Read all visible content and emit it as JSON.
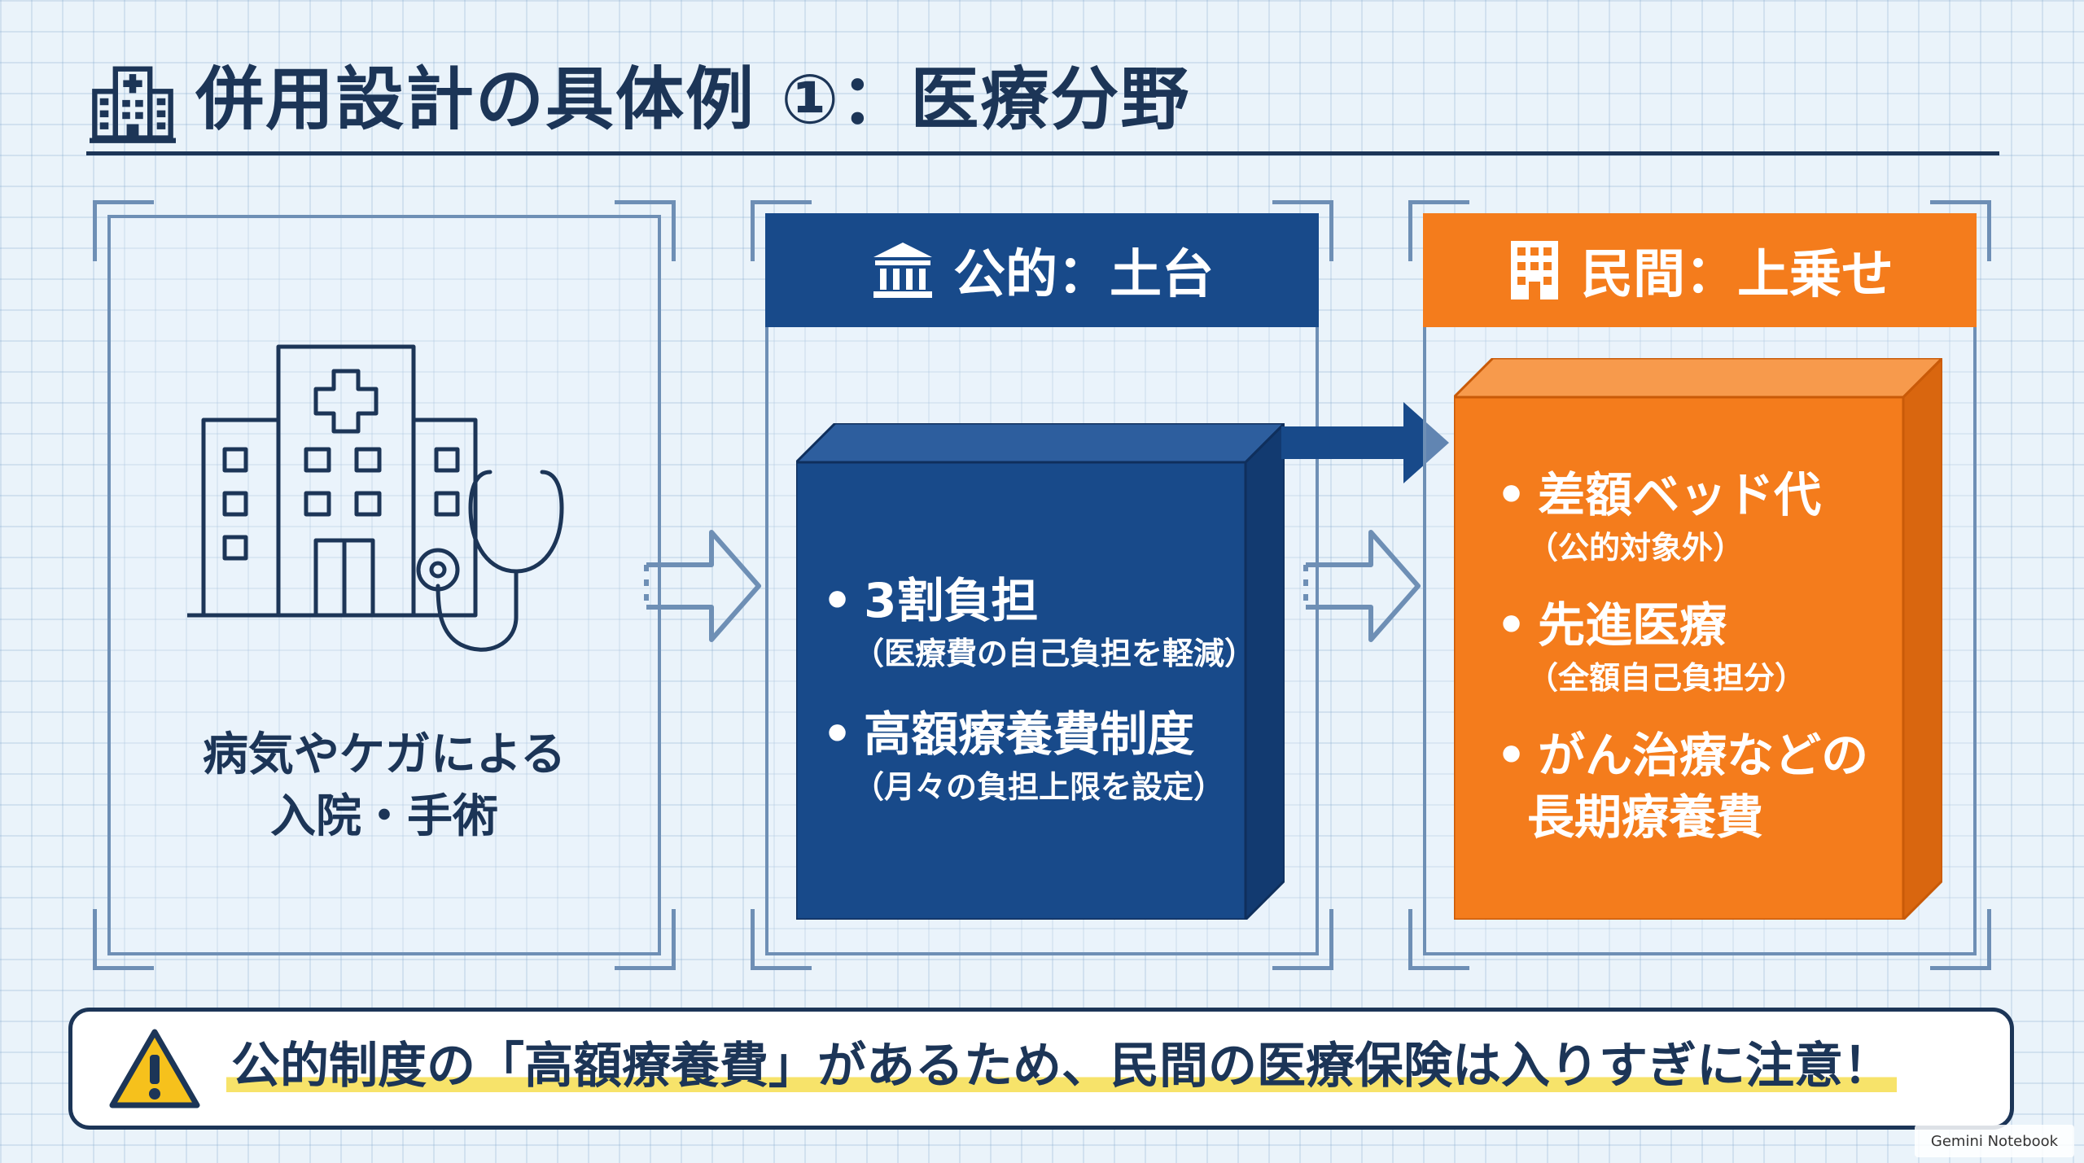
{
  "header": {
    "title": "併用設計の具体例 ①：医療分野",
    "icon": "hospital-building-icon"
  },
  "left_panel": {
    "illustration": "hospital-stethoscope-illustration",
    "caption_line1": "病気やケガによる",
    "caption_line2": "入院・手術"
  },
  "public": {
    "header": "公的：土台",
    "icon": "institution-building-icon",
    "color": "#184a8a",
    "items": [
      {
        "label": "3割負担",
        "note": "（医療費の自己負担を軽減）"
      },
      {
        "label": "高額療養費制度",
        "note": "（月々の負担上限を設定）"
      }
    ]
  },
  "private": {
    "header": "民間：上乗せ",
    "icon": "office-building-icon",
    "color": "#f47c1c",
    "items": [
      {
        "label": "差額ベッド代",
        "note": "（公的対象外）"
      },
      {
        "label": "先進医療",
        "note": "（全額自己負担分）"
      },
      {
        "label": "がん治療などの",
        "note": "長期療養費"
      }
    ]
  },
  "warning": {
    "icon": "warning-triangle-icon",
    "text": "公的制度の「高額療養費」があるため、民間の医療保険は入りすぎに注意！"
  },
  "watermark": "Gemini Notebook"
}
